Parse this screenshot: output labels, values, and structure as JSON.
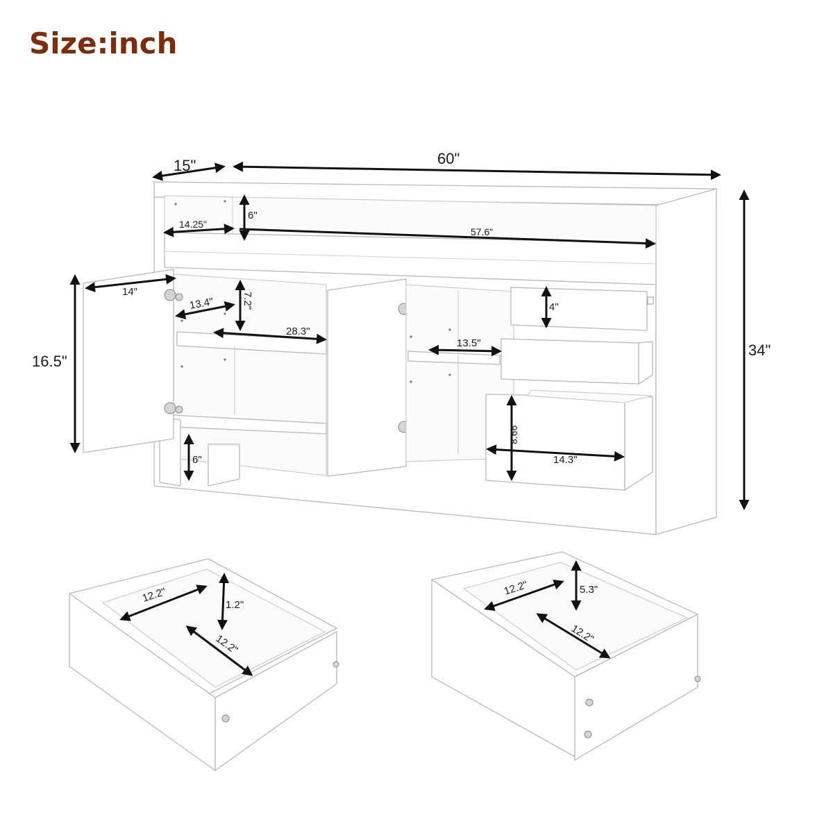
{
  "title": "Size:inch",
  "colors": {
    "title": "#7a2e0e",
    "lines": "#111111",
    "outline": "#b9b9b9"
  },
  "cabinet": {
    "overall": {
      "depth": "15\"",
      "width": "60\"",
      "height": "34\""
    },
    "top_shelf": {
      "height": "6\"",
      "left_width": "14.25\"",
      "main_width": "57.6\""
    },
    "left_door": {
      "width": "14\"",
      "height": "16.5\""
    },
    "left_compartment": {
      "depth": "13.4\"",
      "shelf_height": "7.2\"",
      "width": "28.3\"",
      "leg_height": "6\""
    },
    "right_section": {
      "shelf_depth": "13.5\"",
      "drawer_top_height": "4\"",
      "drawer_bottom_height": "8.66\"",
      "drawer_bottom_width": "14.3\""
    }
  },
  "small_drawer": {
    "width": "12.2\"",
    "depth": "12.2\"",
    "height": "1.2\""
  },
  "large_drawer": {
    "width": "12.2\"",
    "depth": "12.2\"",
    "height": "5.3\""
  }
}
